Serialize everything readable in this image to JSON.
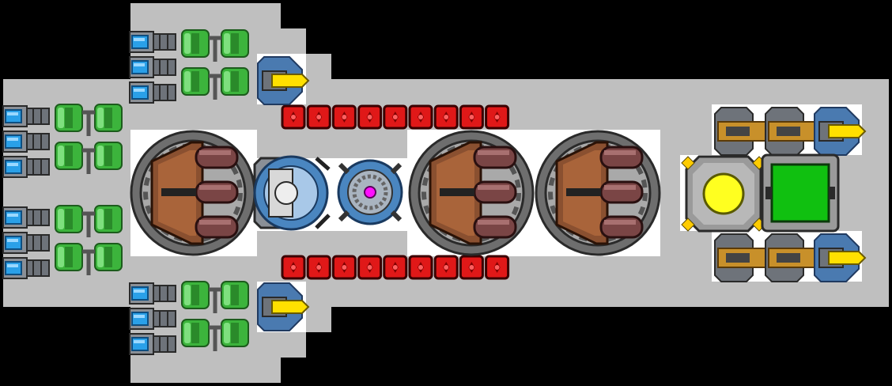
{
  "game": {
    "view": "ship-builder-top-down",
    "palette": {
      "background": "#000000",
      "hull": "#bfbfbf",
      "floor": "#ffffff",
      "thruster_glow": "#2aa0e8",
      "fuel_tank": "#3cb43c",
      "armor_block": "#e01818",
      "turret_body": "#8a5030",
      "turret_barrel": "#7a4545",
      "reactor_core": "#ffff20",
      "shield_core": "#ff10ff",
      "cargo_hold": "#10c010",
      "cannon_gold": "#c8902a",
      "missile_yellow": "#ffe000"
    },
    "modules": {
      "thrusters": 12,
      "fuel_tanks": 8,
      "armor_blocks": 18,
      "main_turrets": 3,
      "small_cannons": 4,
      "missile_launchers": 4,
      "reactors": 1,
      "shield_generators": 1,
      "gyroscopes": 1,
      "cargo_holds": 1
    }
  }
}
